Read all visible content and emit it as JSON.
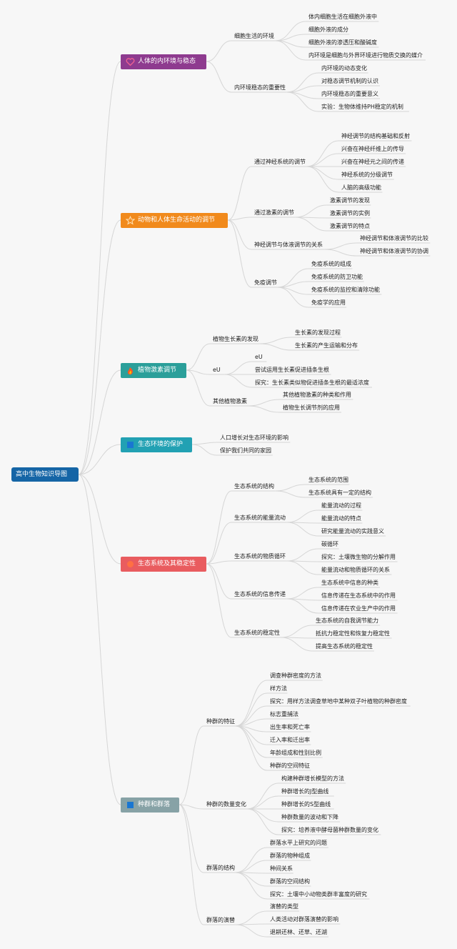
{
  "root": {
    "label": "高中生物知识导图"
  },
  "colors": {
    "root": "#1565a6",
    "edge": "#d6d6d6",
    "branches": [
      "#8e3b8f",
      "#f18a1c",
      "#2b9f9a",
      "#22a1b3",
      "#e95c5f",
      "#87a2a6"
    ]
  },
  "branches": [
    {
      "label": "人体的内环境与稳态",
      "icon": "heart-icon",
      "children": [
        {
          "label": "细胞生活的环境",
          "children": [
            "体内细胞生活在细胞外液中",
            "细胞外液的成分",
            "细胞外液的渗透压和酸碱度",
            "内环境是细胞与外界环境进行物质交换的媒介"
          ]
        },
        {
          "label": "内环境稳态的重要性",
          "children": [
            "内环境的动态变化",
            "对稳态调节机制的认识",
            "内环境稳态的重要意义",
            "实验：生物体维持PH稳定的机制"
          ]
        }
      ]
    },
    {
      "label": "动物和人体生命活动的调节",
      "icon": "star-icon",
      "children": [
        {
          "label": "通过神经系统的调节",
          "children": [
            "神经调节的结构基础和反射",
            "兴奋在神经纤维上的传导",
            "兴奋在神经元之间的传递",
            "神经系统的分级调节",
            "人脑的高级功能"
          ]
        },
        {
          "label": "通过激素的调节",
          "children": [
            "激素调节的发现",
            "激素调节的实例",
            "激素调节的特点"
          ]
        },
        {
          "label": "神经调节与体液调节的关系",
          "children": [
            "神经调节和体液调节的比较",
            "神经调节和体液调节的协调"
          ]
        },
        {
          "label": "免疫调节",
          "children": [
            "免疫系统的组成",
            "免疫系统的防卫功能",
            "免疫系统的监控和清除功能",
            "免疫学的应用"
          ]
        }
      ]
    },
    {
      "label": "植物激素调节",
      "icon": "fire-icon",
      "children": [
        {
          "label": "植物生长素的发现",
          "children": [
            "生长素的发现过程",
            "生长素的产生运输和分布"
          ]
        },
        {
          "label": "eU",
          "children": [
            "eU",
            "尝试运用生长素促进插条生根",
            "探究：生长素类似物促进插条生根的最适浓度"
          ]
        },
        {
          "label": "其他植物激素",
          "children": [
            "其他植物激素的种类和作用",
            "植物生长调节剂的应用"
          ]
        }
      ]
    },
    {
      "label": "生态环境的保护",
      "icon": "square-icon",
      "children": [
        {
          "label": "人口增长对生态环境的影响",
          "children": []
        },
        {
          "label": "保护我们共同的家园",
          "children": []
        }
      ]
    },
    {
      "label": "生态系统及其稳定性",
      "icon": "circle-icon",
      "children": [
        {
          "label": "生态系统的结构",
          "children": [
            "生态系统的范围",
            "生态系统具有一定的结构"
          ]
        },
        {
          "label": "生态系统的能量流动",
          "children": [
            "能量流动的过程",
            "能量流动的特点",
            "研究能量流动的实践意义"
          ]
        },
        {
          "label": "生态系统的物质循环",
          "children": [
            "碳循环",
            "探究：土壤微生物的分解作用",
            "能量流动和物质循环的关系"
          ]
        },
        {
          "label": "生态系统的信息传递",
          "children": [
            "生态系统中信息的种类",
            "信息传递在生态系统中的作用",
            "信息传递在农业生产中的作用"
          ]
        },
        {
          "label": "生态系统的稳定性",
          "children": [
            "生态系统的自我调节能力",
            "抵抗力稳定性和恢复力稳定性",
            "提高生态系统的稳定性"
          ]
        }
      ]
    },
    {
      "label": "种群和群落",
      "icon": "square-icon",
      "children": [
        {
          "label": "种群的特征",
          "children": [
            "调查种群密度的方法",
            "样方法",
            "探究：用样方法调查草地中某种双子叶植物的种群密度",
            "标志重捕法",
            "出生率和死亡率",
            "迁入率和迁出率",
            "年龄组成和性别比例",
            "种群的空间特征"
          ]
        },
        {
          "label": "种群的数量变化",
          "children": [
            "构建种群增长模型的方法",
            "种群增长的J型曲线",
            "种群增长的S型曲线",
            "种群数量的波动和下降",
            "探究：培养液中酵母菌种群数量的变化"
          ]
        },
        {
          "label": "群落的结构",
          "children": [
            "群落水平上研究的问题",
            "群落的物种组成",
            "种间关系",
            "群落的空间结构",
            "探究：土壤中小动物类群丰富度的研究"
          ]
        },
        {
          "label": "群落的演替",
          "children": [
            "演替的类型",
            "人类活动对群落演替的影响",
            "退耕还林、还草、还湖"
          ]
        }
      ]
    }
  ]
}
